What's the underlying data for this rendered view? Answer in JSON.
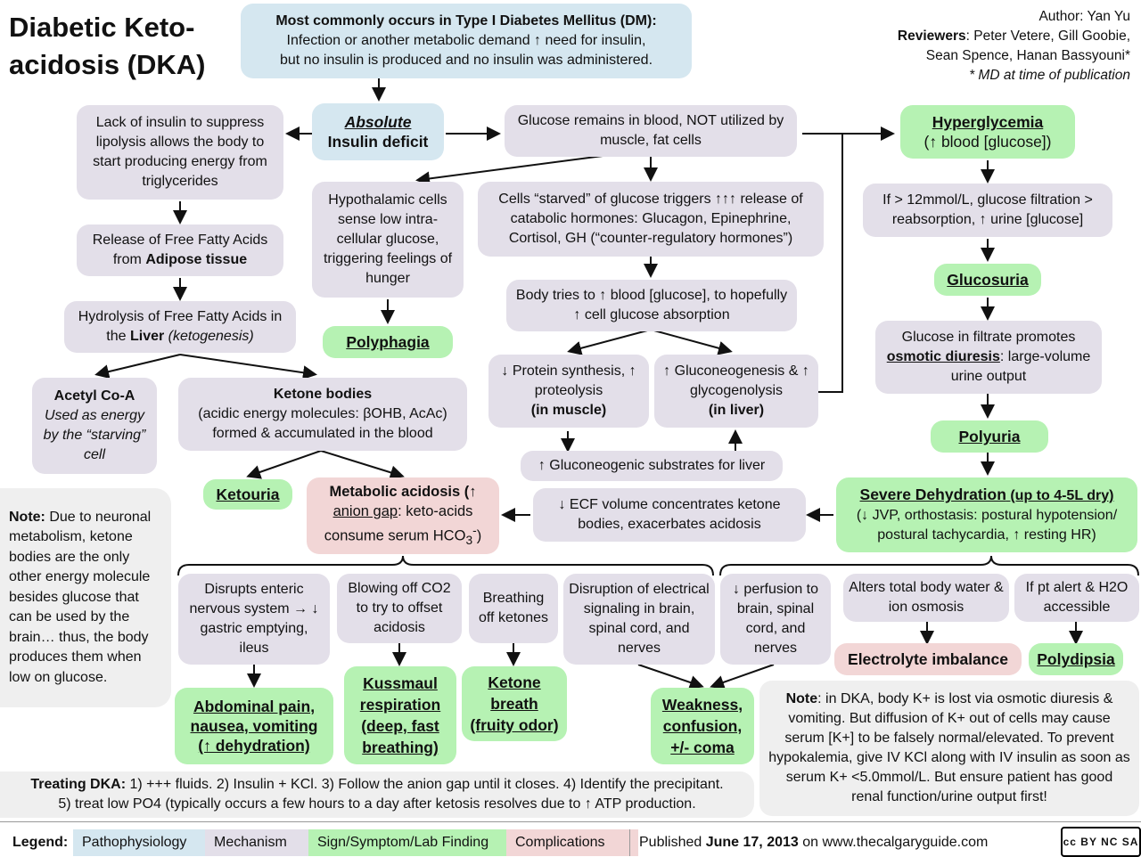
{
  "title": {
    "line1": "Diabetic Keto-",
    "line2": "acidosis (DKA)"
  },
  "author": {
    "line1": "Author:  Yan Yu",
    "line2_label": "Reviewers",
    "line2": ": Peter Vetere, Gill Goobie,",
    "line3": "Sean Spence, Hanan Bassyouni*",
    "line4": "* MD at time of publication"
  },
  "top_box": {
    "line1": "Most commonly occurs in Type I  Diabetes Mellitus (DM):",
    "line2": "Infection or another metabolic demand ↑ need for insulin,",
    "line3": "but no insulin is produced and no insulin was administered."
  },
  "absolute": {
    "line1": "Absolute",
    "line2": "Insulin deficit"
  },
  "lack_insulin": "Lack of insulin to suppress lipolysis allows the body to start producing energy from triglycerides",
  "release_ffa": {
    "pre": "Release of Free Fatty Acids from ",
    "bold": "Adipose tissue"
  },
  "hydrolysis": {
    "pre": "Hydrolysis of Free Fatty Acids in the ",
    "bold": "Liver",
    "italic": " (ketogenesis)"
  },
  "acetyl": {
    "bold": "Acetyl Co-A",
    "italic": "Used as energy by the “starving” cell"
  },
  "ketone_bodies": {
    "bold": "Ketone bodies",
    "text": "(acidic energy molecules: βOHB, AcAc) formed & accumulated in the blood"
  },
  "ketouria": "Ketouria",
  "metabolic_acidosis": {
    "bold": "Metabolic acidosis (↑",
    "u": "anion gap",
    "rest": ": keto-acids consume serum HCO",
    "sub": "3",
    "sup": "-",
    "end": ")"
  },
  "note_brain": {
    "bold": "Note:",
    "text": " Due to neuronal metabolism, ketone bodies are the only other energy molecule besides glucose that can be used by the brain… thus, the body produces them when low on glucose."
  },
  "hypothalamic": "Hypothalamic cells sense low intra-cellular glucose, triggering feelings of hunger",
  "polyphagia": "Polyphagia",
  "glucose_remains": "Glucose remains in blood, NOT utilized by muscle, fat cells",
  "cells_starved": "Cells “starved” of glucose triggers ↑↑↑ release of catabolic hormones: Glucagon, Epinephrine, Cortisol, GH (“counter-regulatory hormones”)",
  "body_tries": "Body tries to ↑ blood [glucose], to hopefully ↑ cell glucose absorption",
  "protein": {
    "text": "↓ Protein synthesis, ↑ proteolysis",
    "bold": "(in muscle)"
  },
  "gluconeo": {
    "text": "↑ Gluconeogenesis & ↑ glycogenolysis",
    "bold": "(in liver)"
  },
  "substrates": "↑ Gluconeogenic substrates for liver",
  "ecf": "↓ ECF volume concentrates ketone bodies, exacerbates acidosis",
  "hyperglycemia": {
    "u": "Hyperglycemia",
    "text": "(↑ blood [glucose])"
  },
  "filtration": "If > 12mmol/L, glucose filtration > reabsorption, ↑ urine [glucose]",
  "glucosuria": "Glucosuria",
  "osmotic": {
    "pre": "Glucose in filtrate promotes ",
    "u": "osmotic diuresis",
    "post": ": large-volume urine output"
  },
  "polyuria": "Polyuria",
  "dehydration": {
    "u": "Severe Dehydration",
    "bold": " (up to 4-5L dry)",
    "text": "(↓ JVP, orthostasis: postural hypotension/ postural tachycardia,  ↑ resting HR)"
  },
  "enteric": "Disrupts enteric nervous system → ↓ gastric emptying, ileus",
  "blowing": "Blowing off CO2 to try to offset acidosis",
  "breathing_off": "Breathing off ketones",
  "disruption": "Disruption of electrical signaling in brain, spinal cord, and nerves",
  "perfusion": "↓ perfusion to brain, spinal cord, and nerves",
  "alters": "Alters total body water & ion osmosis",
  "ifalert": "If pt alert & H2O accessible",
  "abdominal": {
    "line1": "Abdominal pain,",
    "line2": "nausea, vomiting",
    "line3": "(↑ dehydration)"
  },
  "kussmaul": {
    "line1": "Kussmaul",
    "line2": "respiration",
    "line3": "(deep, fast",
    "line4": "breathing)"
  },
  "ketone_breath": {
    "line1": "Ketone",
    "line2": "breath",
    "line3": "(fruity odor)"
  },
  "weakness": {
    "line1": "Weakness,",
    "line2": "confusion,",
    "line3": "+/- coma"
  },
  "electrolyte": "Electrolyte imbalance",
  "polydipsia": "Polydipsia",
  "note_k": {
    "bold": "Note",
    "text": ": in DKA, body K+ is lost via osmotic diuresis & vomiting. But diffusion of K+ out of cells may cause serum [K+] to be falsely normal/elevated. To prevent hypokalemia, give IV KCl along with IV insulin as soon as serum K+ <5.0mmol/L. But ensure patient has good renal function/urine output first!"
  },
  "treating": {
    "bold": "Treating DKA:",
    "line1": " 1) +++ fluids. 2) Insulin + KCl. 3) Follow the anion gap until it closes. 4) Identify the precipitant.",
    "line2": "5) treat low PO4 (typically occurs a few hours to a day after ketosis resolves due to ↑ ATP production."
  },
  "legend": {
    "label": "Legend:",
    "items": [
      "Pathophysiology",
      "Mechanism",
      "Sign/Symptom/Lab Finding",
      "Complications"
    ],
    "published_pre": "Published ",
    "published_date": "June 17, 2013",
    "published_post": " on www.thecalgaryguide.com",
    "license": "cc BY NC SA"
  },
  "colors": {
    "pathophysiology": "#d5e7f0",
    "mechanism": "#e3dfe9",
    "sign": "#b6f2b3",
    "complications": "#f2d6d6",
    "note": "#efefef"
  }
}
